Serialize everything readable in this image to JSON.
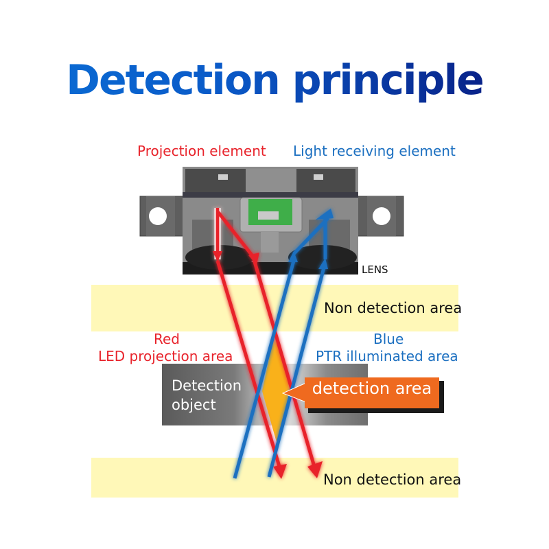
{
  "title": "Detection principle",
  "labels": {
    "projection_element": "Projection element",
    "light_receiving_element": "Light receiving element",
    "lens": "LENS",
    "non_detection_top": "Non detection area",
    "non_detection_bottom": "Non detection area",
    "red_line1": "Red",
    "red_line2": "LED projection area",
    "blue_line1": "Blue",
    "blue_line2": "PTR illuminated area",
    "detection_object_line1": "Detection",
    "detection_object_line2": "object",
    "detection_area": "detection area"
  },
  "colors": {
    "red_beam": "#e8232b",
    "blue_beam": "#1b6fc0",
    "detection_zone": "#f9b11a",
    "non_detection_band": "#fff8b8",
    "callout": "#ef6a1f",
    "sensor_connector": "#3fae49"
  }
}
